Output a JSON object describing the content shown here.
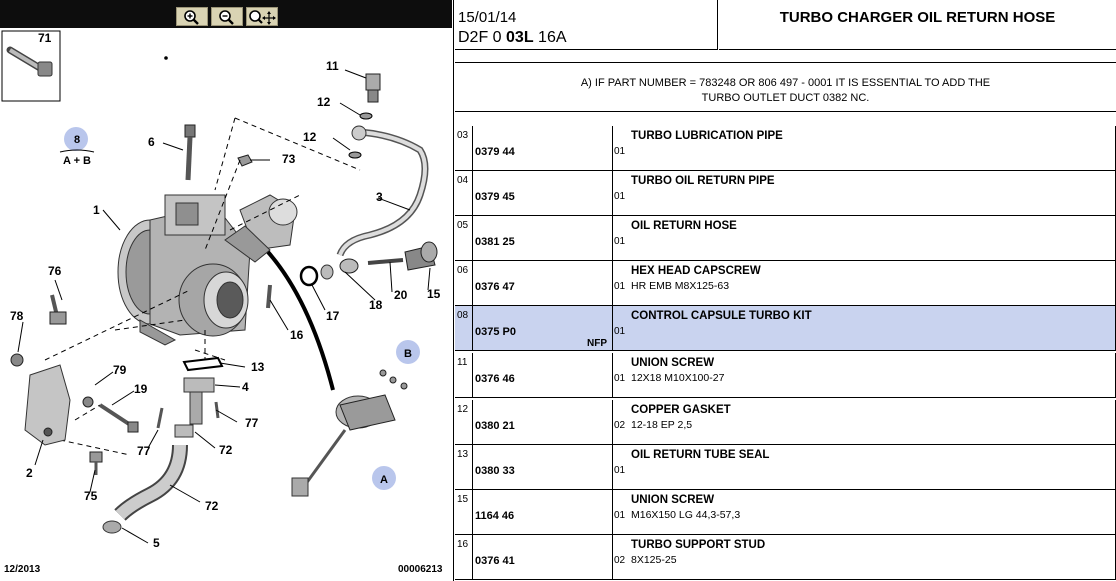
{
  "toolbar": {
    "buttons": [
      {
        "name": "zoom-in-button",
        "icon": "zoom-in-icon"
      },
      {
        "name": "zoom-out-button",
        "icon": "zoom-out-icon"
      },
      {
        "name": "zoom-pan-button",
        "icon": "zoom-pan-icon"
      }
    ]
  },
  "diagram": {
    "callouts": [
      "71",
      "11",
      "12",
      "12",
      "6",
      "73",
      "3",
      "1",
      "76",
      "78",
      "79",
      "19",
      "13",
      "4",
      "16",
      "17",
      "18",
      "20",
      "15",
      "2",
      "75",
      "77",
      "77",
      "72",
      "72",
      "5"
    ],
    "group_badges": [
      "8",
      "B",
      "A"
    ],
    "group_label": "A + B",
    "footer_date": "12/2013",
    "footer_code": "00006213"
  },
  "header": {
    "date": "15/01/14",
    "ref_prefix": "D2F 0 ",
    "ref_bold": "03L",
    "ref_suffix": " 16A",
    "title": "TURBO CHARGER OIL RETURN HOSE"
  },
  "note": {
    "line1": "A) IF PART NUMBER = 783248 OR 806 497 - 0001 IT IS ESSENTIAL TO ADD THE",
    "line2": "TURBO OUTLET DUCT 0382 NC."
  },
  "parts": [
    {
      "ref": "03",
      "number": "0379 44",
      "qty": "01",
      "flag": "",
      "desc": "TURBO LUBRICATION PIPE",
      "spec": ""
    },
    {
      "ref": "04",
      "number": "0379 45",
      "qty": "01",
      "flag": "",
      "desc": "TURBO OIL RETURN PIPE",
      "spec": ""
    },
    {
      "ref": "05",
      "number": "0381 25",
      "qty": "01",
      "flag": "",
      "desc": "OIL RETURN HOSE",
      "spec": ""
    },
    {
      "ref": "06",
      "number": "0376 47",
      "qty": "01",
      "flag": "",
      "desc": "HEX HEAD CAPSCREW",
      "spec": "HR EMB M8X125-63"
    },
    {
      "ref": "08",
      "number": "0375 P0",
      "qty": "01",
      "flag": "NFP",
      "desc": "CONTROL CAPSULE TURBO KIT",
      "spec": ""
    },
    {
      "ref": "11",
      "number": "0376 46",
      "qty": "01",
      "flag": "",
      "desc": "UNION SCREW",
      "spec": "12X18 M10X100-27"
    },
    {
      "ref": "12",
      "number": "0380 21",
      "qty": "02",
      "flag": "",
      "desc": "COPPER GASKET",
      "spec": "12-18 EP 2,5"
    },
    {
      "ref": "13",
      "number": "0380 33",
      "qty": "01",
      "flag": "",
      "desc": "OIL RETURN TUBE SEAL",
      "spec": ""
    },
    {
      "ref": "15",
      "number": "1164 46",
      "qty": "01",
      "flag": "",
      "desc": "UNION SCREW",
      "spec": "M16X150 LG 44,3-57,3"
    },
    {
      "ref": "16",
      "number": "0376 41",
      "qty": "02",
      "flag": "",
      "desc": "TURBO SUPPORT STUD",
      "spec": "8X125-25"
    }
  ],
  "selected_ref": "08",
  "colors": {
    "selected_row": "#c9d3ef",
    "badge": "#b9c6ec",
    "toolbar": "#0d0d0d",
    "tool_button": "#d9d3b3"
  }
}
